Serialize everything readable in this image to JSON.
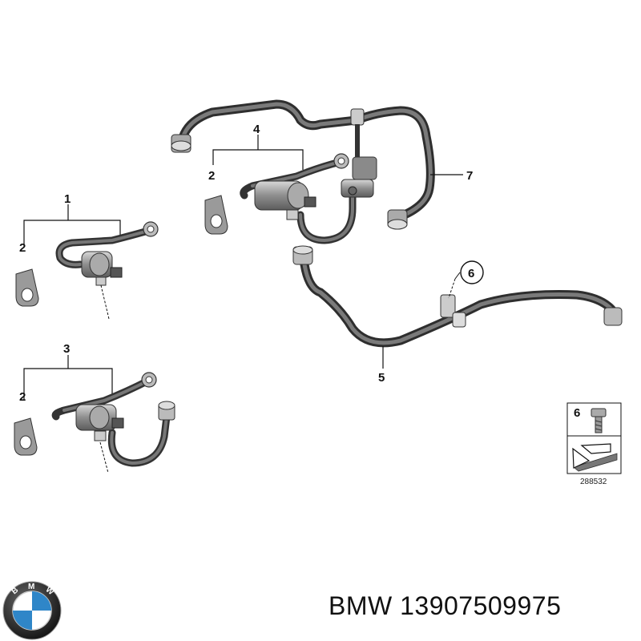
{
  "callouts": {
    "c1": "1",
    "c2a": "2",
    "c2b": "2",
    "c2c": "2",
    "c3": "3",
    "c4": "4",
    "c5": "5",
    "c6": "6",
    "c7": "7"
  },
  "legend_box": {
    "number": "6",
    "ref": "288532"
  },
  "footer": {
    "brand": "BMW",
    "part_number": "13907509975",
    "text": "BMW 13907509975"
  },
  "logo": {
    "letters": "BMW",
    "colors": {
      "blue": "#2f86c8",
      "white": "#ffffff",
      "ring": "#1a1a1a"
    }
  },
  "colors": {
    "hose": "#4a4a4a",
    "hose_light": "#8a8a8a",
    "valve": "#9a9a9a",
    "line": "#111111"
  }
}
